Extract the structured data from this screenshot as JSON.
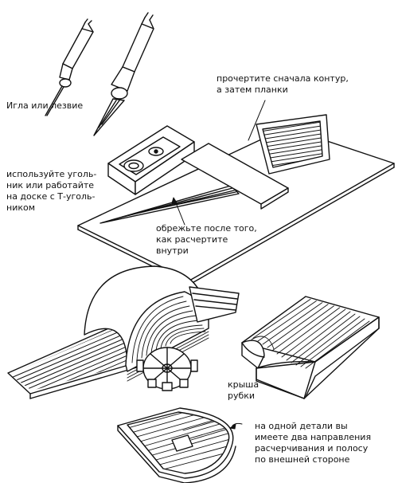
{
  "labels": {
    "tools": "Игла или лезвие",
    "contour": [
      "прочертите сначала контур,",
      "а затем планки"
    ],
    "square": [
      "используйте уголь-",
      "ник или работайте",
      "на доске с Т-уголь-",
      "ником"
    ],
    "trim": [
      "обрежьте после того,",
      "как расчертите",
      "внутри"
    ],
    "roof": [
      "крыша",
      "рубки"
    ],
    "part": [
      "на одной детали вы",
      "имеете два направления",
      "расчерчивания и полосу",
      "по внешней стороне"
    ]
  }
}
